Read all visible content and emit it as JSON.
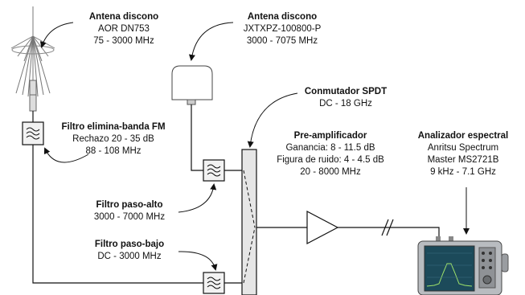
{
  "labels": {
    "antenna1": {
      "title": "Antena discono",
      "lines": [
        "AOR DN753",
        "75 - 3000 MHz"
      ]
    },
    "antenna2": {
      "title": "Antena discono",
      "lines": [
        "JXTXPZ-100800-P",
        "3000 - 7075 MHz"
      ]
    },
    "switch": {
      "title": "Conmutador SPDT",
      "lines": [
        "DC - 18 GHz"
      ]
    },
    "fm_filter": {
      "title": "Filtro elimina-banda FM",
      "lines": [
        "Rechazo 20 - 35 dB",
        "88 - 108 MHz"
      ]
    },
    "preamp": {
      "title": "Pre-amplificador",
      "lines": [
        "Ganancia: 8 - 11.5 dB",
        "Figura de ruido: 4 - 4.5 dB",
        "20 - 8000 MHz"
      ]
    },
    "analyzer": {
      "title": "Analizador espectral",
      "lines": [
        "Anritsu Spectrum",
        "Master MS2721B",
        "9 kHz - 7.1 GHz"
      ]
    },
    "highpass": {
      "title": "Filtro paso-alto",
      "lines": [
        "3000 - 7000 MHz"
      ]
    },
    "lowpass": {
      "title": "Filtro paso-bajo",
      "lines": [
        "DC - 3000 MHz"
      ]
    }
  },
  "colors": {
    "line": "#111111",
    "switch_fill": "#e6e6e6",
    "filter_fill": "#f2f2f2",
    "analyzer_body": "#b9bcc0",
    "screen": "#1c4a5a"
  },
  "icons": [
    "antenna-discone-icon",
    "antenna-dome-icon",
    "filter-icon",
    "amplifier-icon",
    "spectrum-analyzer-icon"
  ]
}
